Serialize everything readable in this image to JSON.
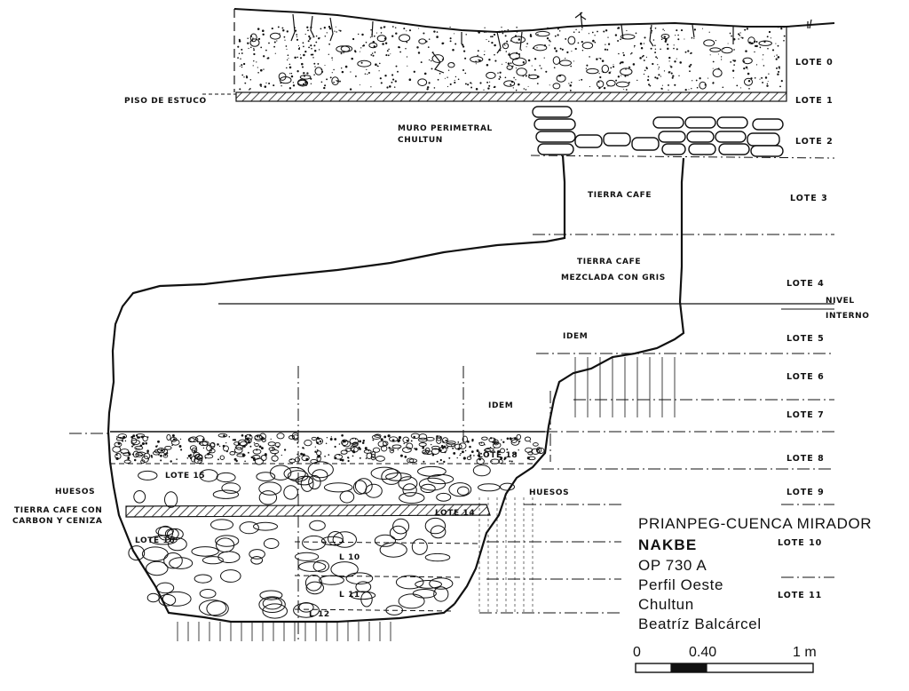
{
  "labels": {
    "piso_estuco": "PISO DE ESTUCO",
    "muro_line1": "MURO PERIMETRAL",
    "muro_line2": "CHULTUN",
    "tierra_cafe": "TIERRA CAFE",
    "tierra_cafe_mez1": "TIERRA CAFE",
    "tierra_cafe_mez2": "MEZCLADA CON GRIS",
    "nivel1": "NIVEL",
    "nivel2": "INTERNO",
    "idem_upper": "IDEM",
    "idem_lower": "IDEM",
    "huesos_left": "HUESOS",
    "huesos_right": "HUESOS",
    "tierra_carbon1": "TIERRA CAFE CON",
    "tierra_carbon2": "CARBON Y CENIZA",
    "lote15": "LOTE 15",
    "lote16_inner": "LOTE 16",
    "lote18_inner": "LOTE 18",
    "lote14_inner": "LOTE 14",
    "l10": "L 10",
    "l11": "L 11",
    "l12": "L 12"
  },
  "lotes": [
    "LOTE 0",
    "LOTE 1",
    "LOTE 2",
    "LOTE 3",
    "LOTE 4",
    "LOTE 5",
    "LOTE 6",
    "LOTE 7",
    "LOTE 8",
    "LOTE 9",
    "LOTE 10",
    "LOTE 11"
  ],
  "caption": {
    "project": "PRIANPEG-CUENCA MIRADOR",
    "site": "NAKBE",
    "op": "OP 730 A",
    "profile": "Perfil Oeste",
    "feature": "Chultun",
    "author": "Beatríz Balcárcel"
  },
  "scale": {
    "start": "0",
    "mid": "0.40",
    "end": "1 m"
  }
}
